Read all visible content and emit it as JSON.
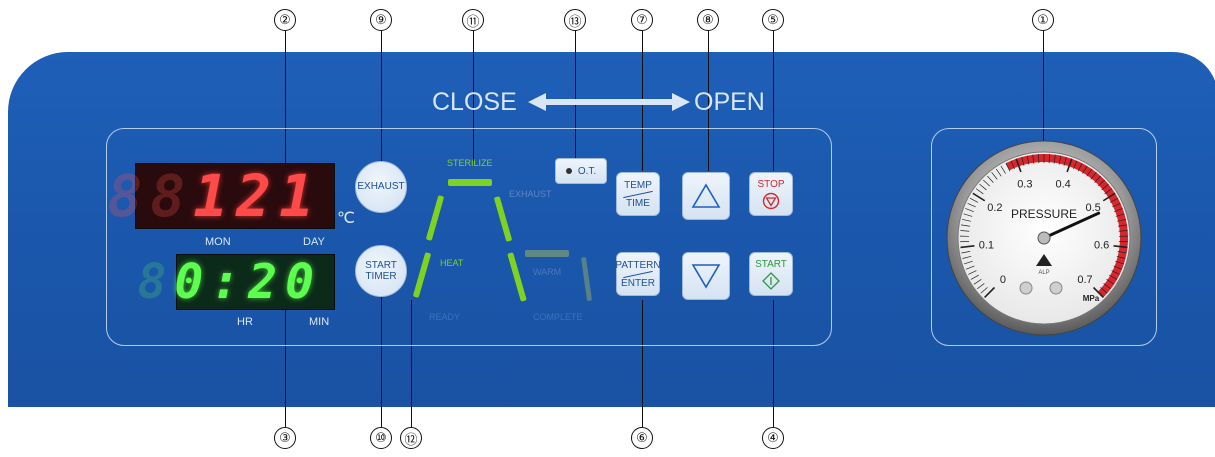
{
  "callouts": {
    "c1": "①",
    "c2": "②",
    "c3": "③",
    "c4": "④",
    "c5": "⑤",
    "c6": "⑥",
    "c7": "⑦",
    "c8": "⑧",
    "c9": "⑨",
    "c10": "⑩",
    "c11": "⑪",
    "c12": "⑫",
    "c13": "⑬"
  },
  "door": {
    "close_label": "CLOSE",
    "open_label": "OPEN"
  },
  "temperature_display": {
    "ghost_digits": "88",
    "value": "121",
    "unit": "℃",
    "left_label": "MON",
    "right_label": "DAY"
  },
  "timer_display": {
    "ghost_digit": "8",
    "value": "0:20",
    "left_label": "HR",
    "right_label": "MIN"
  },
  "buttons": {
    "exhaust": "EXHAUST",
    "start_timer_line1": "START",
    "start_timer_line2": "TIMER",
    "temp_time_top": "TEMP",
    "temp_time_bottom": "TIME",
    "pattern_enter_top": "PATTERN",
    "pattern_enter_bottom": "ENTER",
    "stop": "STOP",
    "start": "START"
  },
  "ot_indicator": {
    "label": "O.T."
  },
  "process_stages": {
    "sterilize": "STERILIZE",
    "exhaust": "EXHAUST",
    "heat": "HEAT",
    "warm": "WARM",
    "ready": "READY",
    "complete": "COMPLETE"
  },
  "gauge": {
    "title": "PRESSURE",
    "unit": "MPa",
    "scale": [
      "0",
      "0.1",
      "0.2",
      "0.3",
      "0.4",
      "0.5",
      "0.6",
      "0.7"
    ],
    "needle_value_mpa": 0.52,
    "brand_mark": "ALP"
  },
  "colors": {
    "panel_blue": "#1a56aa",
    "temp_led_red": "#ff4a4a",
    "timer_led_green": "#5dff4f",
    "stage_active_green": "#7ed321",
    "gauge_red_zone": "#d8262c"
  }
}
